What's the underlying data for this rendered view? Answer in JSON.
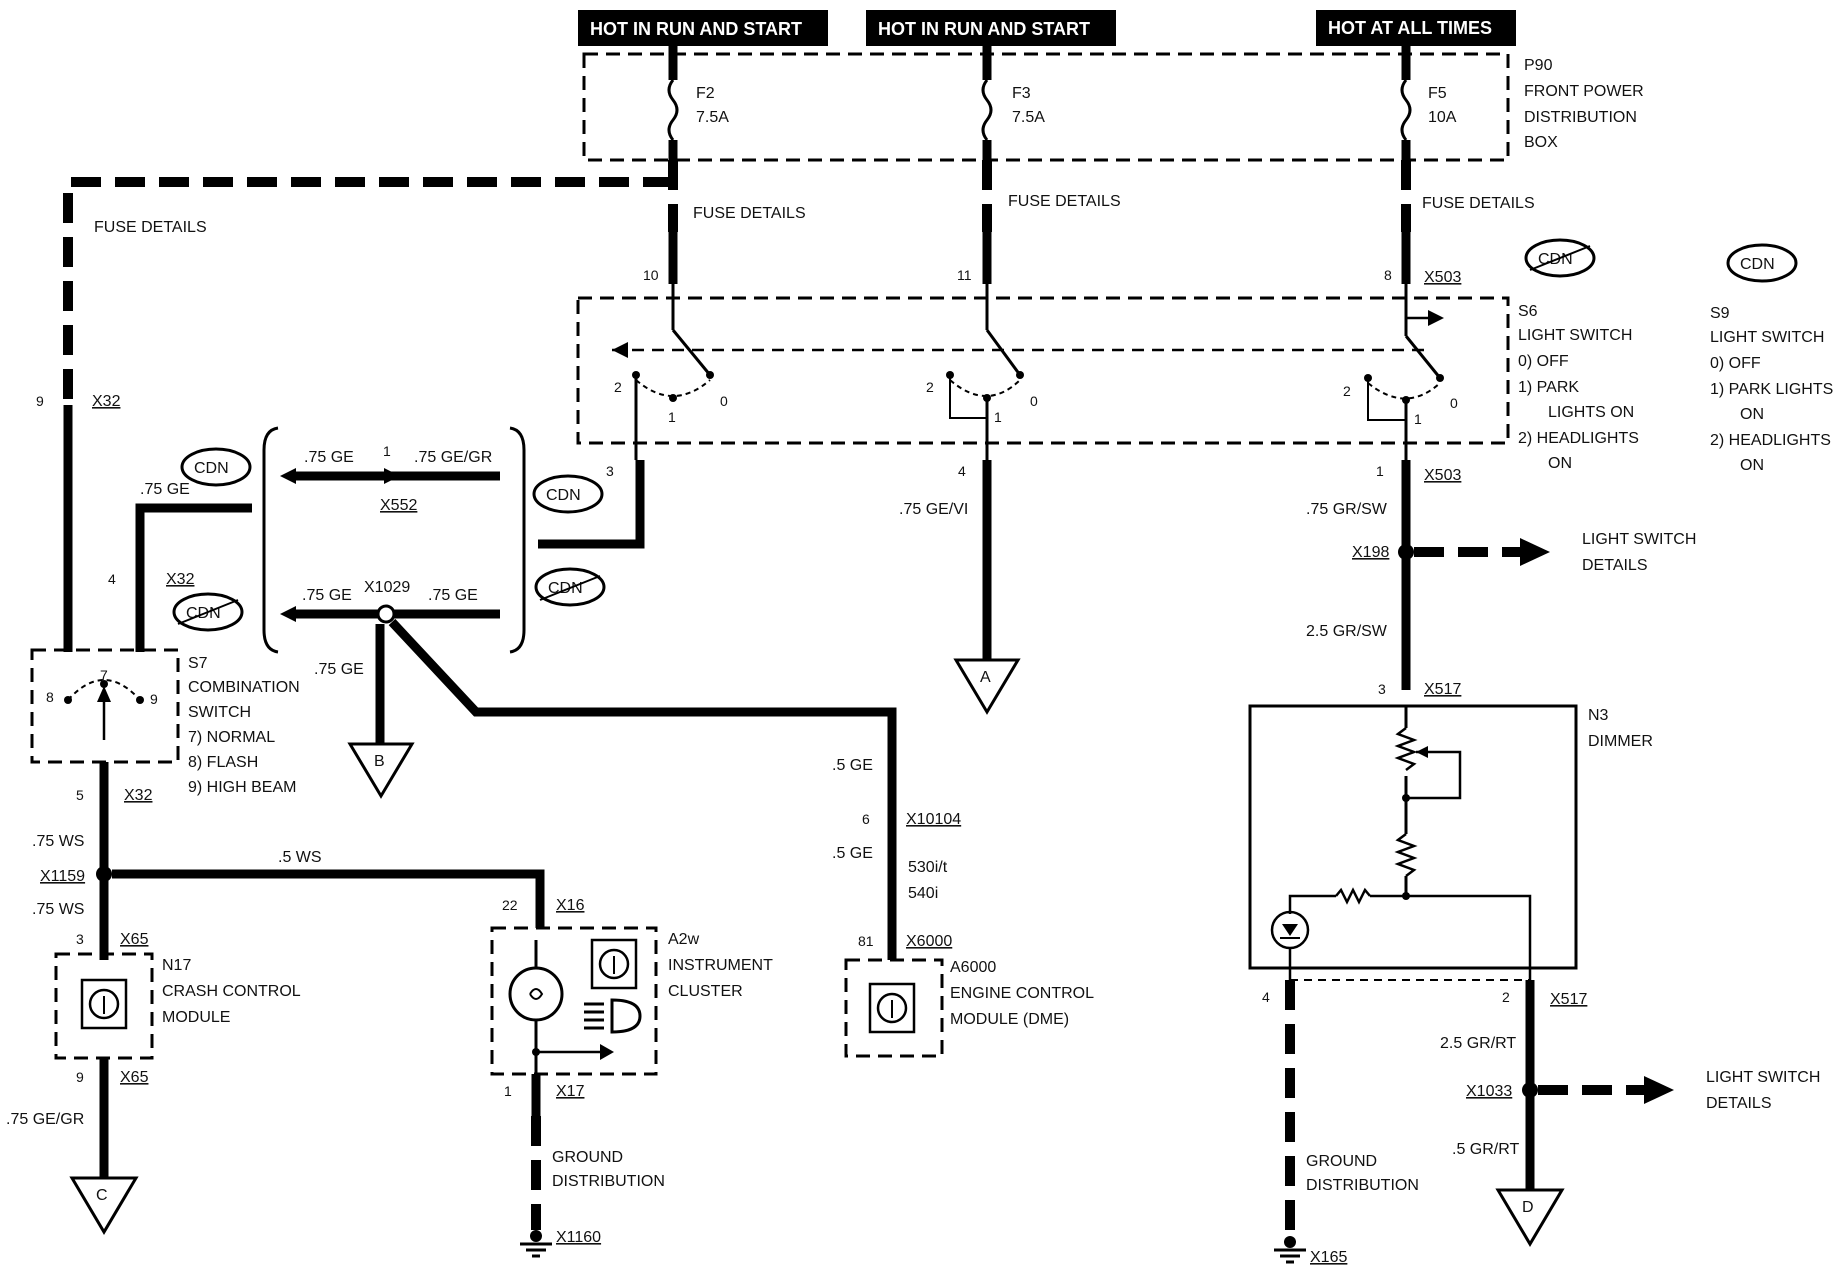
{
  "banners": {
    "f2": "HOT IN RUN AND START",
    "f3": "HOT IN RUN AND START",
    "f5": "HOT AT ALL TIMES"
  },
  "fuse_box": {
    "id": "P90",
    "name_line1": "FRONT POWER",
    "name_line2": "DISTRIBUTION",
    "name_line3": "BOX",
    "f2_id": "F2",
    "f2_rating": "7.5A",
    "f3_id": "F3",
    "f3_rating": "7.5A",
    "f5_id": "F5",
    "f5_rating": "10A"
  },
  "fuse_details": {
    "left": "FUSE DETAILS",
    "f2": "FUSE DETAILS",
    "f3": "FUSE DETAILS",
    "f5": "FUSE DETAILS"
  },
  "light_switch_s6": {
    "id": "S6",
    "title": "LIGHT SWITCH",
    "opt0": "0)   OFF",
    "opt1a": "1)   PARK",
    "opt1b": "LIGHTS ON",
    "opt2a": "2)   HEADLIGHTS",
    "opt2b": "ON",
    "pin_in_1": "10",
    "pin_in_2": "11",
    "pin_in_3": "8",
    "connector_top": "X503",
    "pin_out_1": "3",
    "pin_out_2": "4",
    "pin_out_3": "1",
    "connector_bottom": "X503",
    "pos_2": "2",
    "pos_1": "1",
    "pos_0": "0"
  },
  "light_switch_s9": {
    "id": "S9",
    "title": "LIGHT SWITCH",
    "opt0": "0)   OFF",
    "opt1a": "1)   PARK LIGHTS",
    "opt1b": "ON",
    "opt2a": "2)   HEADLIGHTS",
    "opt2b": "ON"
  },
  "cdn": "CDN",
  "x552": {
    "id": "X552",
    "pin": "1",
    "left_wire": ".75 GE",
    "right_wire": ".75 GE/GR"
  },
  "x1029": {
    "id": "X1029",
    "left_wire": ".75 GE",
    "right_wire": ".75 GE",
    "down_wire": ".75 GE"
  },
  "combination_switch": {
    "id": "S7",
    "name_line1": "COMBINATION",
    "name_line2": "SWITCH",
    "opt7": "7)   NORMAL",
    "opt8": "8)   FLASH",
    "opt9": "9)   HIGH BEAM",
    "pin_9": "9",
    "pin_4": "4",
    "pin_5": "5",
    "conn_a": "X32",
    "conn_b": "X32",
    "conn_c": "X32",
    "pos7": "7",
    "pos8": "8",
    "pos9": "9",
    "wire_in": ".75 GE"
  },
  "splice_x1159": {
    "id": "X1159",
    "wire_above": ".75 WS",
    "wire_below": ".75 WS",
    "wire_right": ".5 WS"
  },
  "crash_module": {
    "id": "N17",
    "name_line1": "CRASH CONTROL",
    "name_line2": "MODULE",
    "pin_in": "3",
    "conn_in": "X65",
    "pin_out": "9",
    "conn_out": "X65",
    "wire_out": ".75 GE/GR"
  },
  "instrument_cluster": {
    "id": "A2w",
    "name_line1": "INSTRUMENT",
    "name_line2": "CLUSTER",
    "pin_in": "22",
    "conn_in": "X16",
    "pin_out": "1",
    "conn_out": "X17"
  },
  "ground_left": {
    "label_line1": "GROUND",
    "label_line2": "DISTRIBUTION",
    "id": "X1160"
  },
  "engine_module": {
    "id": "A6000",
    "name_line1": "ENGINE CONTROL",
    "name_line2": "MODULE (DME)",
    "wire_a": ".5 GE",
    "pin_a": "6",
    "conn_a": "X10104",
    "wire_b": ".5 GE",
    "model_a": "530i/t",
    "model_b": "540i",
    "pin_b": "81",
    "conn_b": "X6000"
  },
  "wire_center": ".75 GE/VI",
  "right_branch": {
    "wire_a": ".75 GR/SW",
    "splice": "X198",
    "details_line1": "LIGHT SWITCH",
    "details_line2": "DETAILS",
    "wire_b": "2.5 GR/SW"
  },
  "dimmer": {
    "id": "N3",
    "name": "DIMMER",
    "pin_in": "3",
    "conn_in": "X517",
    "pin_gnd": "4",
    "pin_out": "2",
    "conn_out": "X517"
  },
  "ground_right": {
    "label_line1": "GROUND",
    "label_line2": "DISTRIBUTION",
    "id": "X165"
  },
  "right_output": {
    "wire_a": "2.5 GR/RT",
    "splice": "X1033",
    "details_line1": "LIGHT SWITCH",
    "details_line2": "DETAILS",
    "wire_b": ".5 GR/RT"
  },
  "connectors": {
    "a": "A",
    "b": "B",
    "c": "C",
    "d": "D"
  }
}
